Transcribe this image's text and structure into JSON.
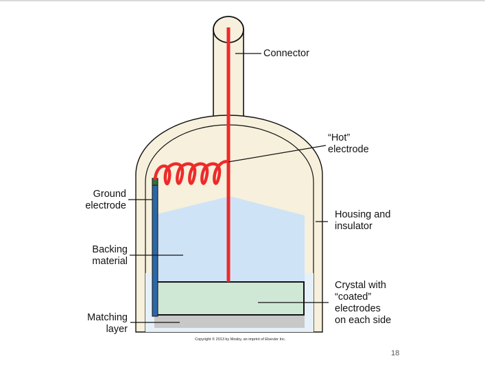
{
  "labels": {
    "connector": "Connector",
    "hot_electrode": "“Hot”\nelectrode",
    "ground_electrode": "Ground\nelectrode",
    "housing": "Housing and\ninsulator",
    "backing": "Backing\nmaterial",
    "crystal": "Crystal with\n“coated”\nelectrodes\non each side",
    "matching": "Matching\nlayer"
  },
  "copyright": "Copyright © 2013 by Mosby, an imprint of Elsevier Inc.",
  "page_number": "18",
  "colors": {
    "housing_fill": "#f6f0dc",
    "backing_fill": "#cfe3f7",
    "crystal_fill": "#cfe8d6",
    "matching_fill": "#c8c8c8",
    "hot_wire": "#ee2a2a",
    "ground_electrode": "#2a68a8",
    "outline": "#111111"
  }
}
